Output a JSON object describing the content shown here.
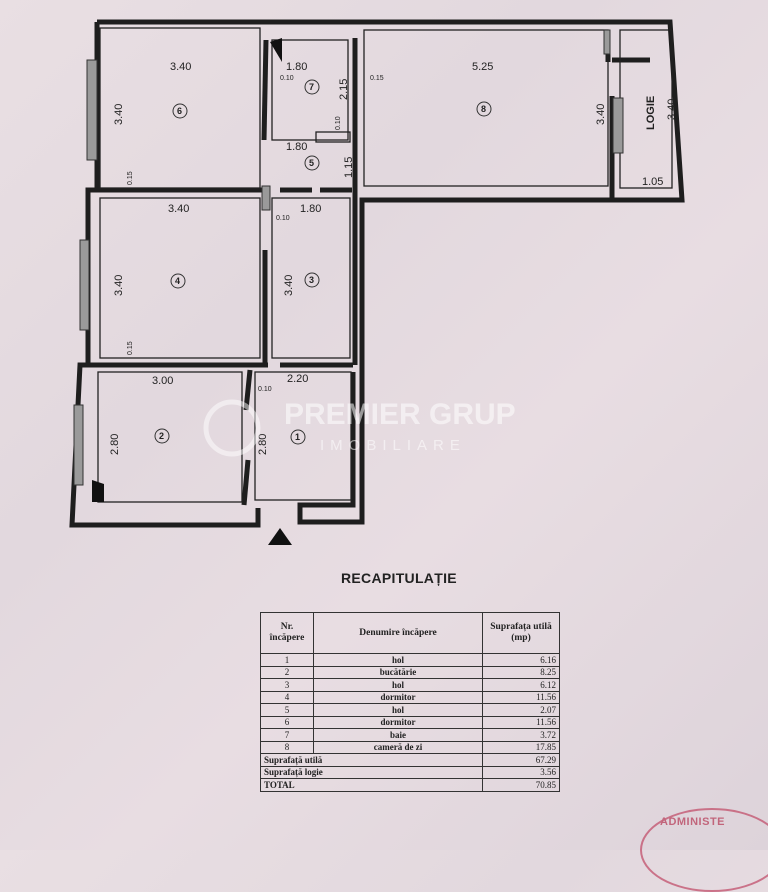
{
  "plan": {
    "dimensions": {
      "r6_width": "3.40",
      "r6_height": "3.40",
      "r6_side": "0.15",
      "r7_width": "1.80",
      "r7_height": "2.15",
      "r7_left": "0.10",
      "r7_right": "0.15",
      "r7_inner": "0.10",
      "r8_width": "5.25",
      "r8_height": "3.40",
      "logie_height": "3.40",
      "logie_width": "1.05",
      "r5_width": "1.80",
      "r5_height": "1.15",
      "r4_width": "3.40",
      "r4_height": "3.40",
      "r4_side": "0.15",
      "r3_width": "1.80",
      "r3_height": "3.40",
      "r3_door": "0.10",
      "r2_width": "3.00",
      "r2_height": "2.80",
      "r1_width": "2.20",
      "r1_height": "2.80",
      "r1_side": "0.10"
    },
    "room_numbers": [
      "1",
      "2",
      "3",
      "4",
      "5",
      "6",
      "7",
      "8"
    ],
    "logie_label": "LOGIE",
    "watermark": {
      "line1": "PREMIER GRUP",
      "line2": "IMOBILIARE"
    },
    "entrance_icon": "entrance-arrow-icon"
  },
  "recap": {
    "title": "RECAPITULAȚIE",
    "headers": {
      "nr": "Nr. încăpere",
      "name": "Denumire încăpere",
      "area": "Suprafața utilă (mp)"
    },
    "rows": [
      {
        "nr": "1",
        "name": "hol",
        "area": "6.16"
      },
      {
        "nr": "2",
        "name": "bucătărie",
        "area": "8.25"
      },
      {
        "nr": "3",
        "name": "hol",
        "area": "6.12"
      },
      {
        "nr": "4",
        "name": "dormitor",
        "area": "11.56"
      },
      {
        "nr": "5",
        "name": "hol",
        "area": "2.07"
      },
      {
        "nr": "6",
        "name": "dormitor",
        "area": "11.56"
      },
      {
        "nr": "7",
        "name": "baie",
        "area": "3.72"
      },
      {
        "nr": "8",
        "name": "cameră de zi",
        "area": "17.85"
      }
    ],
    "totals": [
      {
        "label": "Suprafață utilă",
        "value": "67.29"
      },
      {
        "label": "Suprafață logie",
        "value": "3.56"
      },
      {
        "label": "TOTAL",
        "value": "70.85"
      }
    ]
  },
  "stamp": {
    "text": "ADMINISTE"
  }
}
